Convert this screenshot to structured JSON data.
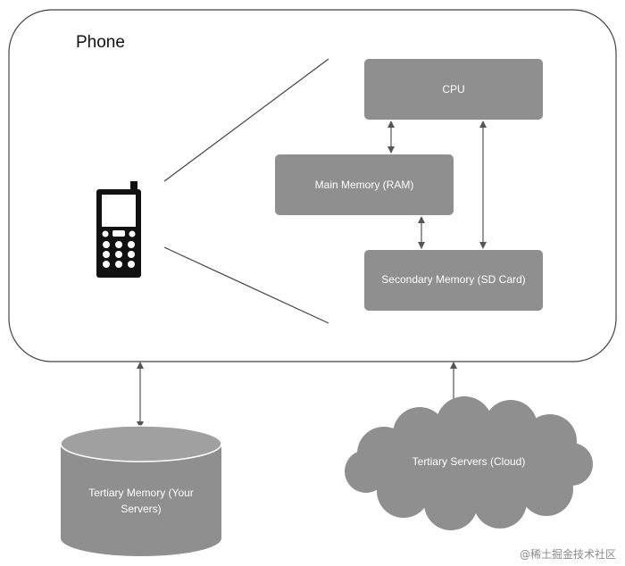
{
  "phone": {
    "title": "Phone"
  },
  "nodes": {
    "cpu": "CPU",
    "ram": "Main Memory (RAM)",
    "sd": "Secondary Memory (SD Card)",
    "servers_line1": "Tertiary Memory (Your",
    "servers_line2": "Servers)",
    "cloud": "Tertiary Servers (Cloud)"
  },
  "watermark": "@稀土掘金技术社区",
  "colors": {
    "box_fill": "#8f8f8f",
    "line": "#555555",
    "frame": "#444444",
    "text_on_box": "#ffffff"
  },
  "icons": [
    "mobile-phone-icon"
  ]
}
